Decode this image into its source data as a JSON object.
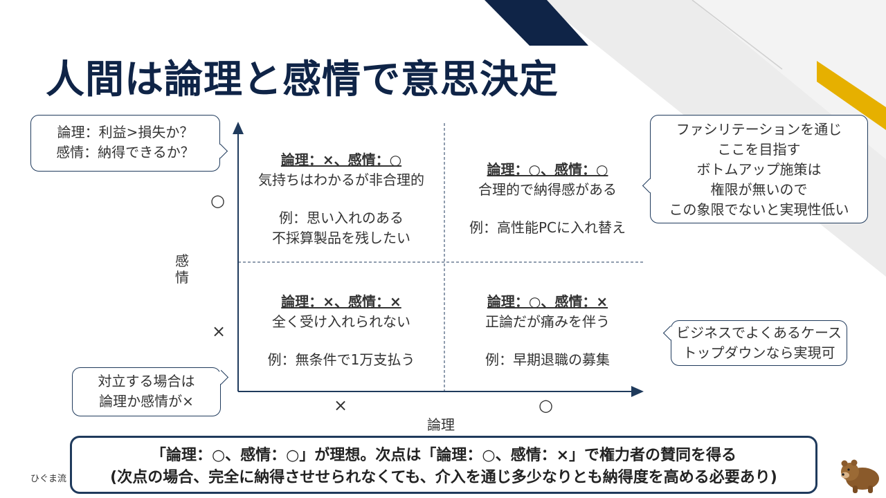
{
  "title": "人間は論理と感情で意思決定",
  "axes": {
    "x_label": "論理",
    "y_label": "感情"
  },
  "marks": {
    "y_top": "○",
    "y_bottom": "×",
    "x_left": "×",
    "x_right": "○"
  },
  "quadrants": {
    "top_left": {
      "head": "論理：×、感情：○",
      "line1": "気持ちはわかるが非合理的",
      "ex1": "例：思い入れのある",
      "ex2": "不採算製品を残したい"
    },
    "top_right": {
      "head": "論理：○、感情：○",
      "line1": "合理的で納得感がある",
      "ex1": "例：高性能PCに入れ替え"
    },
    "bottom_left": {
      "head": "論理：×、感情：×",
      "line1": "全く受け入れられない",
      "ex1": "例：無条件で1万支払う"
    },
    "bottom_right": {
      "head": "論理：○、感情：×",
      "line1": "正論だが痛みを伴う",
      "ex1": "例：早期退職の募集"
    }
  },
  "callouts": {
    "top_left": [
      "論理：利益>損失か？",
      "感情：納得できるか？"
    ],
    "top_right": [
      "ファシリテーションを通じ",
      "ここを目指す",
      "ボトムアップ施策は",
      "権限が無いので",
      "この象限でないと実現性低い"
    ],
    "bottom_right": [
      "ビジネスでよくあるケース",
      "トップダウンなら実現可"
    ],
    "bottom_left": [
      "対立する場合は",
      "論理か感情が×"
    ]
  },
  "summary": {
    "line1": "「論理：○、感情：○」が理想。次点は「論理：○、感情：×」で権力者の賛同を得る",
    "line2": "(次点の場合、完全に納得させせられなくても、介入を通じ多少なりとも納得度を高める必要あり)"
  },
  "footer": "ひぐま流",
  "colors": {
    "navy": "#0f2447",
    "gold": "#e6b000",
    "grey": "#e8e8e8",
    "border": "#1f3a5c"
  }
}
